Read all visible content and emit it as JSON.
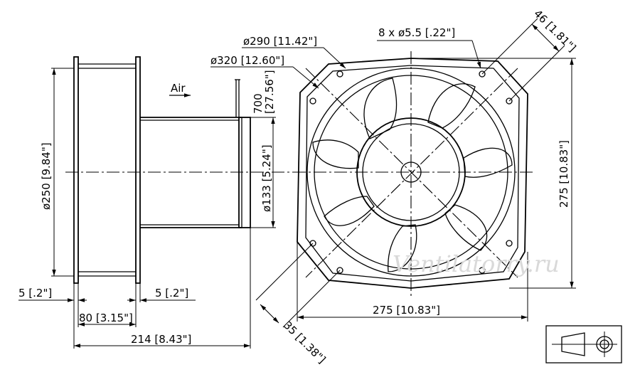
{
  "drawing": {
    "side_view": {
      "air_label": "Air",
      "dia_outer": "ø250 [9.84\"]",
      "len_700": "700",
      "len_700_in": "[27.56\"]",
      "dia_hub": "ø133 [5.24\"]",
      "flange_left": "5 [.2\"]",
      "flange_right": "5 [.2\"]",
      "dim_80": "80 [3.15\"]",
      "dim_214": "214 [8.43\"]"
    },
    "front_view": {
      "dia_290": "ø290 [11.42\"]",
      "dia_320": "ø320 [12.60\"]",
      "holes": "8 x ø5.5 [.22\"]",
      "dim_46": "46 [1.81\"]",
      "height_275": "275 [10.83\"]",
      "width_275": "275 [10.83\"]",
      "dim_35": "35 [1.38\"]"
    },
    "watermark": "Ventilatorry.ru",
    "projection_symbol": "first-angle-projection-icon"
  }
}
